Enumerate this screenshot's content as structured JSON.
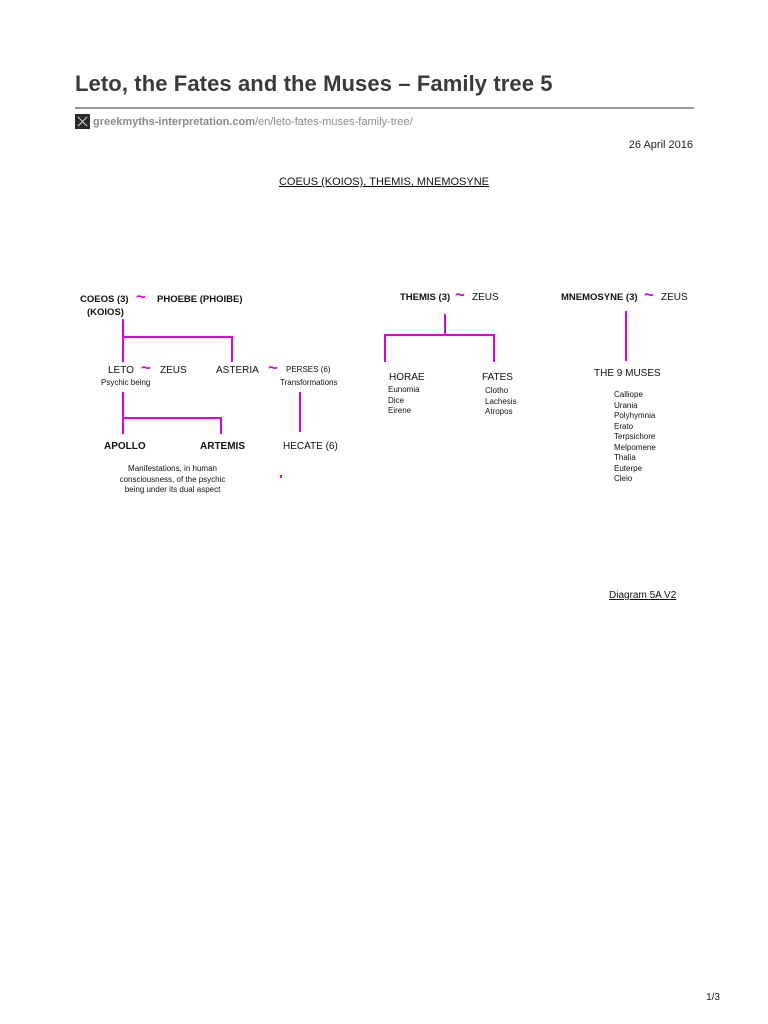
{
  "page": {
    "title": "Leto, the Fates and the Muses – Family tree 5",
    "source_domain": "greekmyths-interpretation.com",
    "source_path": "/en/leto-fates-muses-family-tree/",
    "date": "26 April 2016",
    "page_number": "1/3"
  },
  "diagram": {
    "heading": "COEUS (KOIOS), THEMIS, MNEMOSYNE",
    "line_color": "#e000e0",
    "tilde": "~",
    "coeus": {
      "name": "COEOS (3)",
      "alt": "(KOIOS)",
      "spouse": "PHOEBE (PHOIBE)"
    },
    "leto": {
      "name": "LETO",
      "spouse": "ZEUS",
      "note": "Psychic being"
    },
    "asteria": {
      "name": "ASTERIA",
      "spouse": "PERSES (6)",
      "note": "Transformations"
    },
    "apollo": "APOLLO",
    "artemis": "ARTEMIS",
    "hecate": "HECATE (6)",
    "twins_note": [
      "Manifestations, in human",
      "consciousness, of the psychic",
      "being under its dual aspect"
    ],
    "themis": {
      "name": "THEMIS (3)",
      "spouse": "ZEUS"
    },
    "horae": {
      "name": "HORAE",
      "members": [
        "Eunomia",
        "Dice",
        "Eirene"
      ]
    },
    "fates": {
      "name": "FATES",
      "members": [
        "Clotho",
        "Lachesis",
        "Atropos"
      ]
    },
    "mnemosyne": {
      "name": "MNEMOSYNE (3)",
      "spouse": "ZEUS"
    },
    "muses": {
      "name": "THE 9 MUSES",
      "members": [
        "Calliope",
        "Urania",
        "Polyhymnia",
        "Erato",
        "Terpsichore",
        "Melpomene",
        "Thalia",
        "Euterpe",
        "Cleio"
      ]
    },
    "reference": "Diagram 5A V2"
  }
}
